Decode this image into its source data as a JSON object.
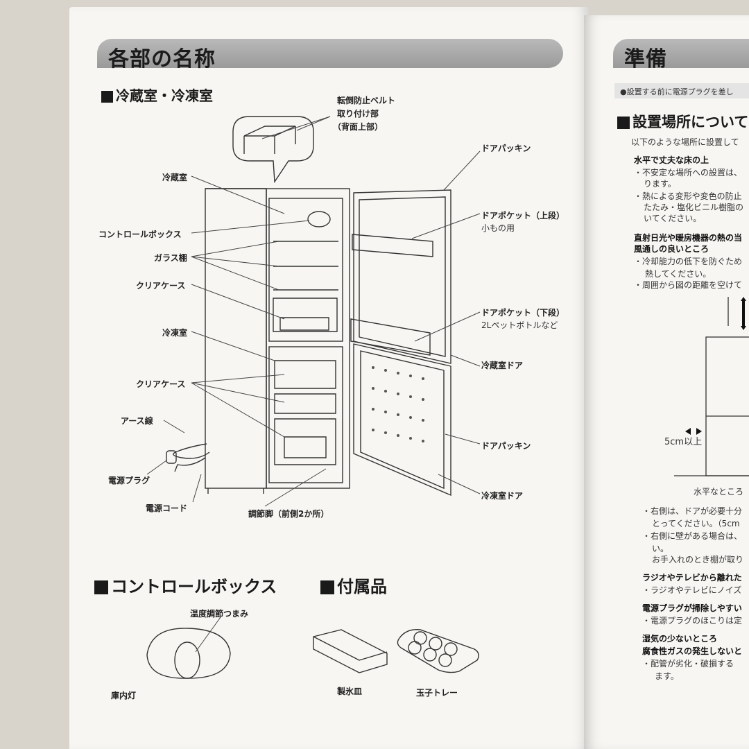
{
  "left": {
    "banner": "各部の名称",
    "section1": "冷蔵室・冷凍室",
    "section2": "コントロールボックス",
    "section3": "付属品",
    "labels": {
      "belt": [
        "転倒防止ベルト",
        "取り付け部",
        "（背面上部）"
      ],
      "fridge_compartment": "冷蔵室",
      "control_box": "コントロールボックス",
      "glass_shelf": "ガラス棚",
      "clear_case_top": "クリアケース",
      "freezer_compartment": "冷凍室",
      "clear_case_bottom": "クリアケース",
      "earth_wire": "アース線",
      "power_plug": "電源プラグ",
      "power_cord": "電源コード",
      "adjust_feet": "調節脚（前側2か所）",
      "door_gasket_top": "ドアパッキン",
      "door_pocket_upper": "ドアポケット（上段）",
      "door_pocket_upper_sub": "小もの用",
      "door_pocket_lower": "ドアポケット（下段）",
      "door_pocket_lower_sub": "2Lペットボトルなど",
      "fridge_door": "冷蔵室ドア",
      "door_gasket_bottom": "ドアパッキン",
      "freezer_door": "冷凍室ドア",
      "temp_knob": "温度調節つまみ",
      "interior_light": "庫内灯",
      "ice_tray": "製氷皿",
      "egg_tray": "玉子トレー"
    }
  },
  "right": {
    "banner": "準備",
    "note": "●設置する前に電源プラグを差し",
    "section": "設置場所について",
    "intro": "以下のような場所に設置して",
    "h1": "水平で丈夫な床の上",
    "l1": "・不安定な場所への設置は、",
    "l2": "ります。",
    "l3": "・熱による変形や変色の防止",
    "l4": "たたみ・塩化ビニル樹脂の",
    "l5": "いてください。",
    "h2a": "直射日光や暖房機器の熱の当",
    "h2b": "風通しの良いところ",
    "l6": "・冷却能力の低下を防ぐため",
    "l7": "熱してください。",
    "l8": "・周囲から図の距離を空けて",
    "dim": "5cm以上",
    "level": "水平なところ ・",
    "l9": "・右側は、ドアが必要十分",
    "l10": "とってください。（5cm",
    "l11": "・右側に壁がある場合は、",
    "l12": "い。",
    "l13": "お手入れのとき棚が取り",
    "h3": "ラジオやテレビから離れた",
    "l14": "・ラジオやテレビにノイズ",
    "h4": "電源プラグが掃除しやすい",
    "l15": "・電源プラグのほこりは定",
    "h5a": "湿気の少ないところ",
    "h5b": "腐食性ガスの発生しないと",
    "l16": "・配管が劣化・破損する",
    "l17": "ます。"
  }
}
